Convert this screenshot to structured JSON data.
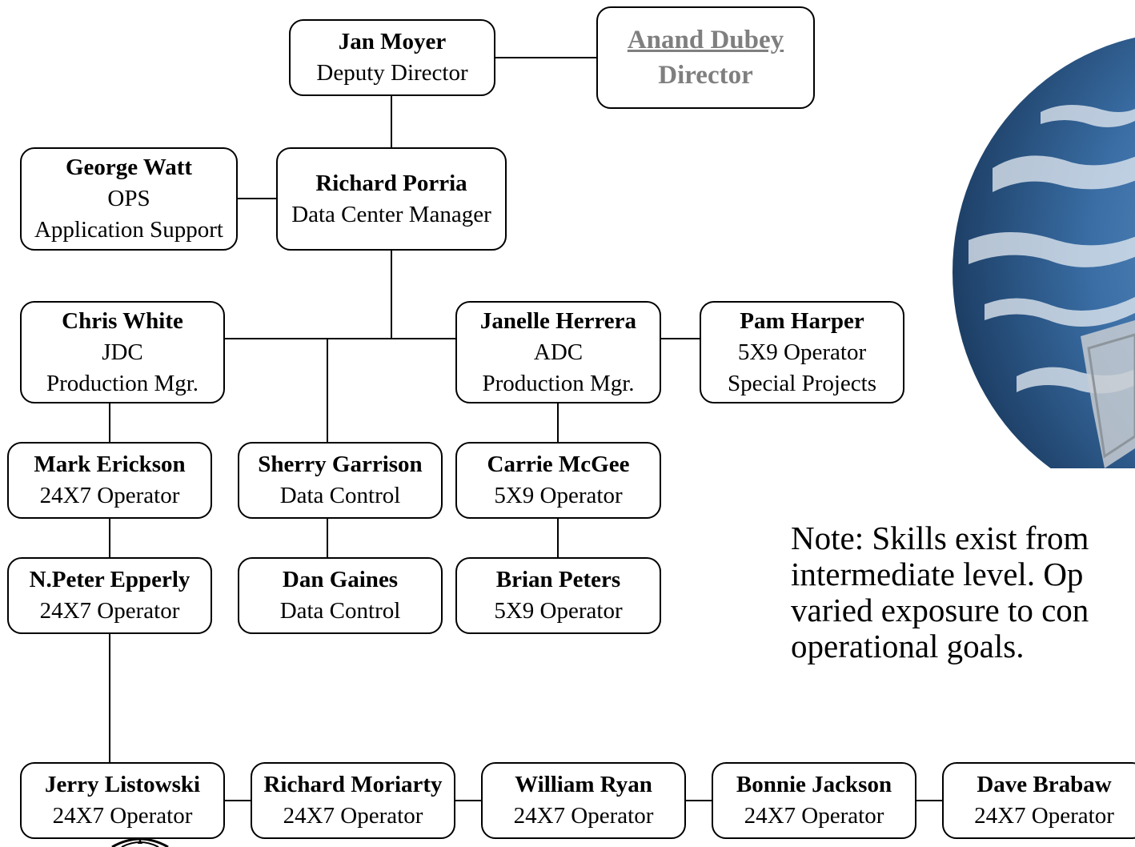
{
  "director": {
    "name": "Anand Dubey",
    "title": "Director"
  },
  "deputy": {
    "name": "Jan Moyer",
    "title": "Deputy Director"
  },
  "ops_support": {
    "name": "George Watt",
    "line1": "OPS",
    "line2": "Application Support"
  },
  "dc_manager": {
    "name": "Richard Porria",
    "title": "Data Center Manager"
  },
  "jdc_mgr": {
    "name": "Chris White",
    "line1": "JDC",
    "line2": "Production Mgr."
  },
  "adc_mgr": {
    "name": "Janelle Herrera",
    "line1": "ADC",
    "line2": "Production Mgr."
  },
  "special_projects": {
    "name": "Pam Harper",
    "line1": "5X9 Operator",
    "line2": "Special Projects"
  },
  "erickson": {
    "name": "Mark Erickson",
    "title": "24X7 Operator"
  },
  "garrison": {
    "name": "Sherry Garrison",
    "title": "Data Control"
  },
  "mcgee": {
    "name": "Carrie McGee",
    "title": "5X9 Operator"
  },
  "epperly": {
    "name": "N.Peter Epperly",
    "title": "24X7 Operator"
  },
  "gaines": {
    "name": "Dan Gaines",
    "title": "Data Control"
  },
  "peters": {
    "name": "Brian Peters",
    "title": "5X9 Operator"
  },
  "bottom_row": [
    {
      "name": "Jerry Listowski",
      "title": "24X7 Operator"
    },
    {
      "name": "Richard Moriarty",
      "title": "24X7 Operator"
    },
    {
      "name": "William Ryan",
      "title": "24X7 Operator"
    },
    {
      "name": "Bonnie Jackson",
      "title": "24X7 Operator"
    },
    {
      "name": "Dave Brabaw",
      "title": "24X7 Operator"
    }
  ],
  "note": {
    "lines": [
      "Note: Skills exist from",
      "intermediate level. Op",
      "varied exposure to con",
      "operational goals."
    ]
  },
  "colors": {
    "border": "#000000",
    "director_text": "#7f7f7f",
    "earth_ocean": "#3a6ea5",
    "earth_cloud": "#e8eef4"
  },
  "icons": {
    "earth_image": "earth-globe-icon",
    "seal_image": "agency-seal-icon"
  }
}
